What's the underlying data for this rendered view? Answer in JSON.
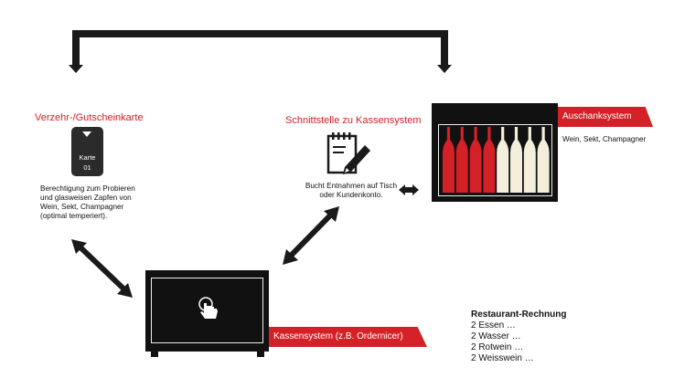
{
  "card_section": {
    "title": "Verzehr-/Gutscheinkarte",
    "card_line1": "Karte",
    "card_line2": "01",
    "description": [
      "Berechtigung zum Probieren",
      "und glasweisen Zapfen von",
      "Wein, Sekt, Champagner",
      "(optimal temperiert)."
    ]
  },
  "interface_section": {
    "title": "Schnittstelle zu Kassensystem",
    "description": [
      "Bucht Entnahmen auf Tisch",
      "oder Kundenkonto."
    ]
  },
  "dispense_section": {
    "tag": "Auschanksystem",
    "subtitle": "Wein, Sekt, Champagner",
    "bottle_colors": [
      "#d42027",
      "#d42027",
      "#d42027",
      "#d42027",
      "#f4efdc",
      "#f4efdc",
      "#f4efdc",
      "#f4efdc"
    ]
  },
  "pos_section": {
    "tag": "Kassensystem (z.B. Ordernicer)"
  },
  "receipt": {
    "title": "Restaurant-Rechnung",
    "lines": [
      "2 Essen …",
      "2 Wasser …",
      "2 Rotwein …",
      "2 Weisswein …"
    ]
  },
  "colors": {
    "accent": "#d42027",
    "dark": "#1a1a1a"
  }
}
